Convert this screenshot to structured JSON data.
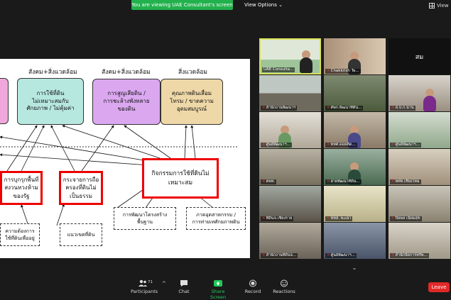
{
  "top": {
    "banner": "You are viewing UAE Consultant's screen",
    "view_options": "View Options",
    "view": "View"
  },
  "share": {
    "col_labels": [
      "สังคม+สิ่งแวดล้อม",
      "สังคม+สิ่งแวดล้อม",
      "สิ่งแวดล้อม"
    ],
    "boxes": [
      "การใช้ที่ดิน\nไม่เหมาะสมกับ\nศักยภาพ / ไม่คุ้มค่า",
      "การสูญเสียดิน /\nการชะล้างพังทลาย\nของดิน",
      "คุณภาพดินเสื่อม\nโทรม / ขาดความ\nอุดมสมบูรณ์"
    ],
    "red_boxes": [
      "การบุกรุกพื้นที่\nสงวนหวงห้าม\nของรัฐ",
      "กระจายการถือ\nครองที่ดินไม่\nเป็นธรรม",
      "กิจกรรมการใช้ที่ดินไม่\nเหมาะสม"
    ],
    "dash_boxes": [
      "ความต้องการ\nใช้ที่ดินเพื่ออยู่",
      "แนวเขตที่ดิน",
      "การพัฒนาโครงสร้าง\nพื้นฐาน",
      "ภาคอุตสาหกรรม /\nการท่ายเทศักยภาพดิน"
    ]
  },
  "gallery": {
    "tiles": [
      {
        "name": "UAE Consulta...",
        "mic": false
      },
      {
        "name": "Chakkrish Ta...",
        "mic": true
      },
      {
        "name": "สม",
        "mic": false,
        "text": "สม"
      },
      {
        "name": "สำนักงานพัฒนาฯ",
        "mic": true
      },
      {
        "name": "ศพก.พัฒนาที่ดิน...",
        "mic": true
      },
      {
        "name": "ส.ป.ก.น่าน",
        "mic": true
      },
      {
        "name": "ศูนย์พัฒนาฯ...",
        "mic": true
      },
      {
        "name": "ททศ.ดอยคีด...",
        "mic": true
      },
      {
        "name": "ศูนย์พัฒนาฯ...",
        "mic": true
      },
      {
        "name": "คพท.",
        "mic": true
      },
      {
        "name": "ฝ่ายพัฒนาที่ดิน...",
        "mic": true
      },
      {
        "name": "ทศท.เชียงใหม่",
        "mic": true
      },
      {
        "name": "ที่ดินจ.เชียงราย",
        "mic": true
      },
      {
        "name": "ททส. พะเยา",
        "mic": true
      },
      {
        "name": "ปิยพล เนียมสุข",
        "mic": true
      },
      {
        "name": "สำนักงานที่ดินจ...",
        "mic": true
      },
      {
        "name": "ศูนย์พัฒนาฯ...",
        "mic": true
      },
      {
        "name": "สำนักจัดการทรัพ...",
        "mic": true
      }
    ]
  },
  "toolbar": {
    "participants": "Participants",
    "participants_count": "71",
    "chat": "Chat",
    "share_screen": "Share Screen",
    "record": "Record",
    "reactions": "Reactions",
    "leave": "Leave"
  },
  "colors": {
    "banner": "#23b14d",
    "box1": "#b7e8e0",
    "box2": "#dba8f0",
    "box3": "#efd8a8",
    "red": "#e00000",
    "leave": "#e02828"
  }
}
